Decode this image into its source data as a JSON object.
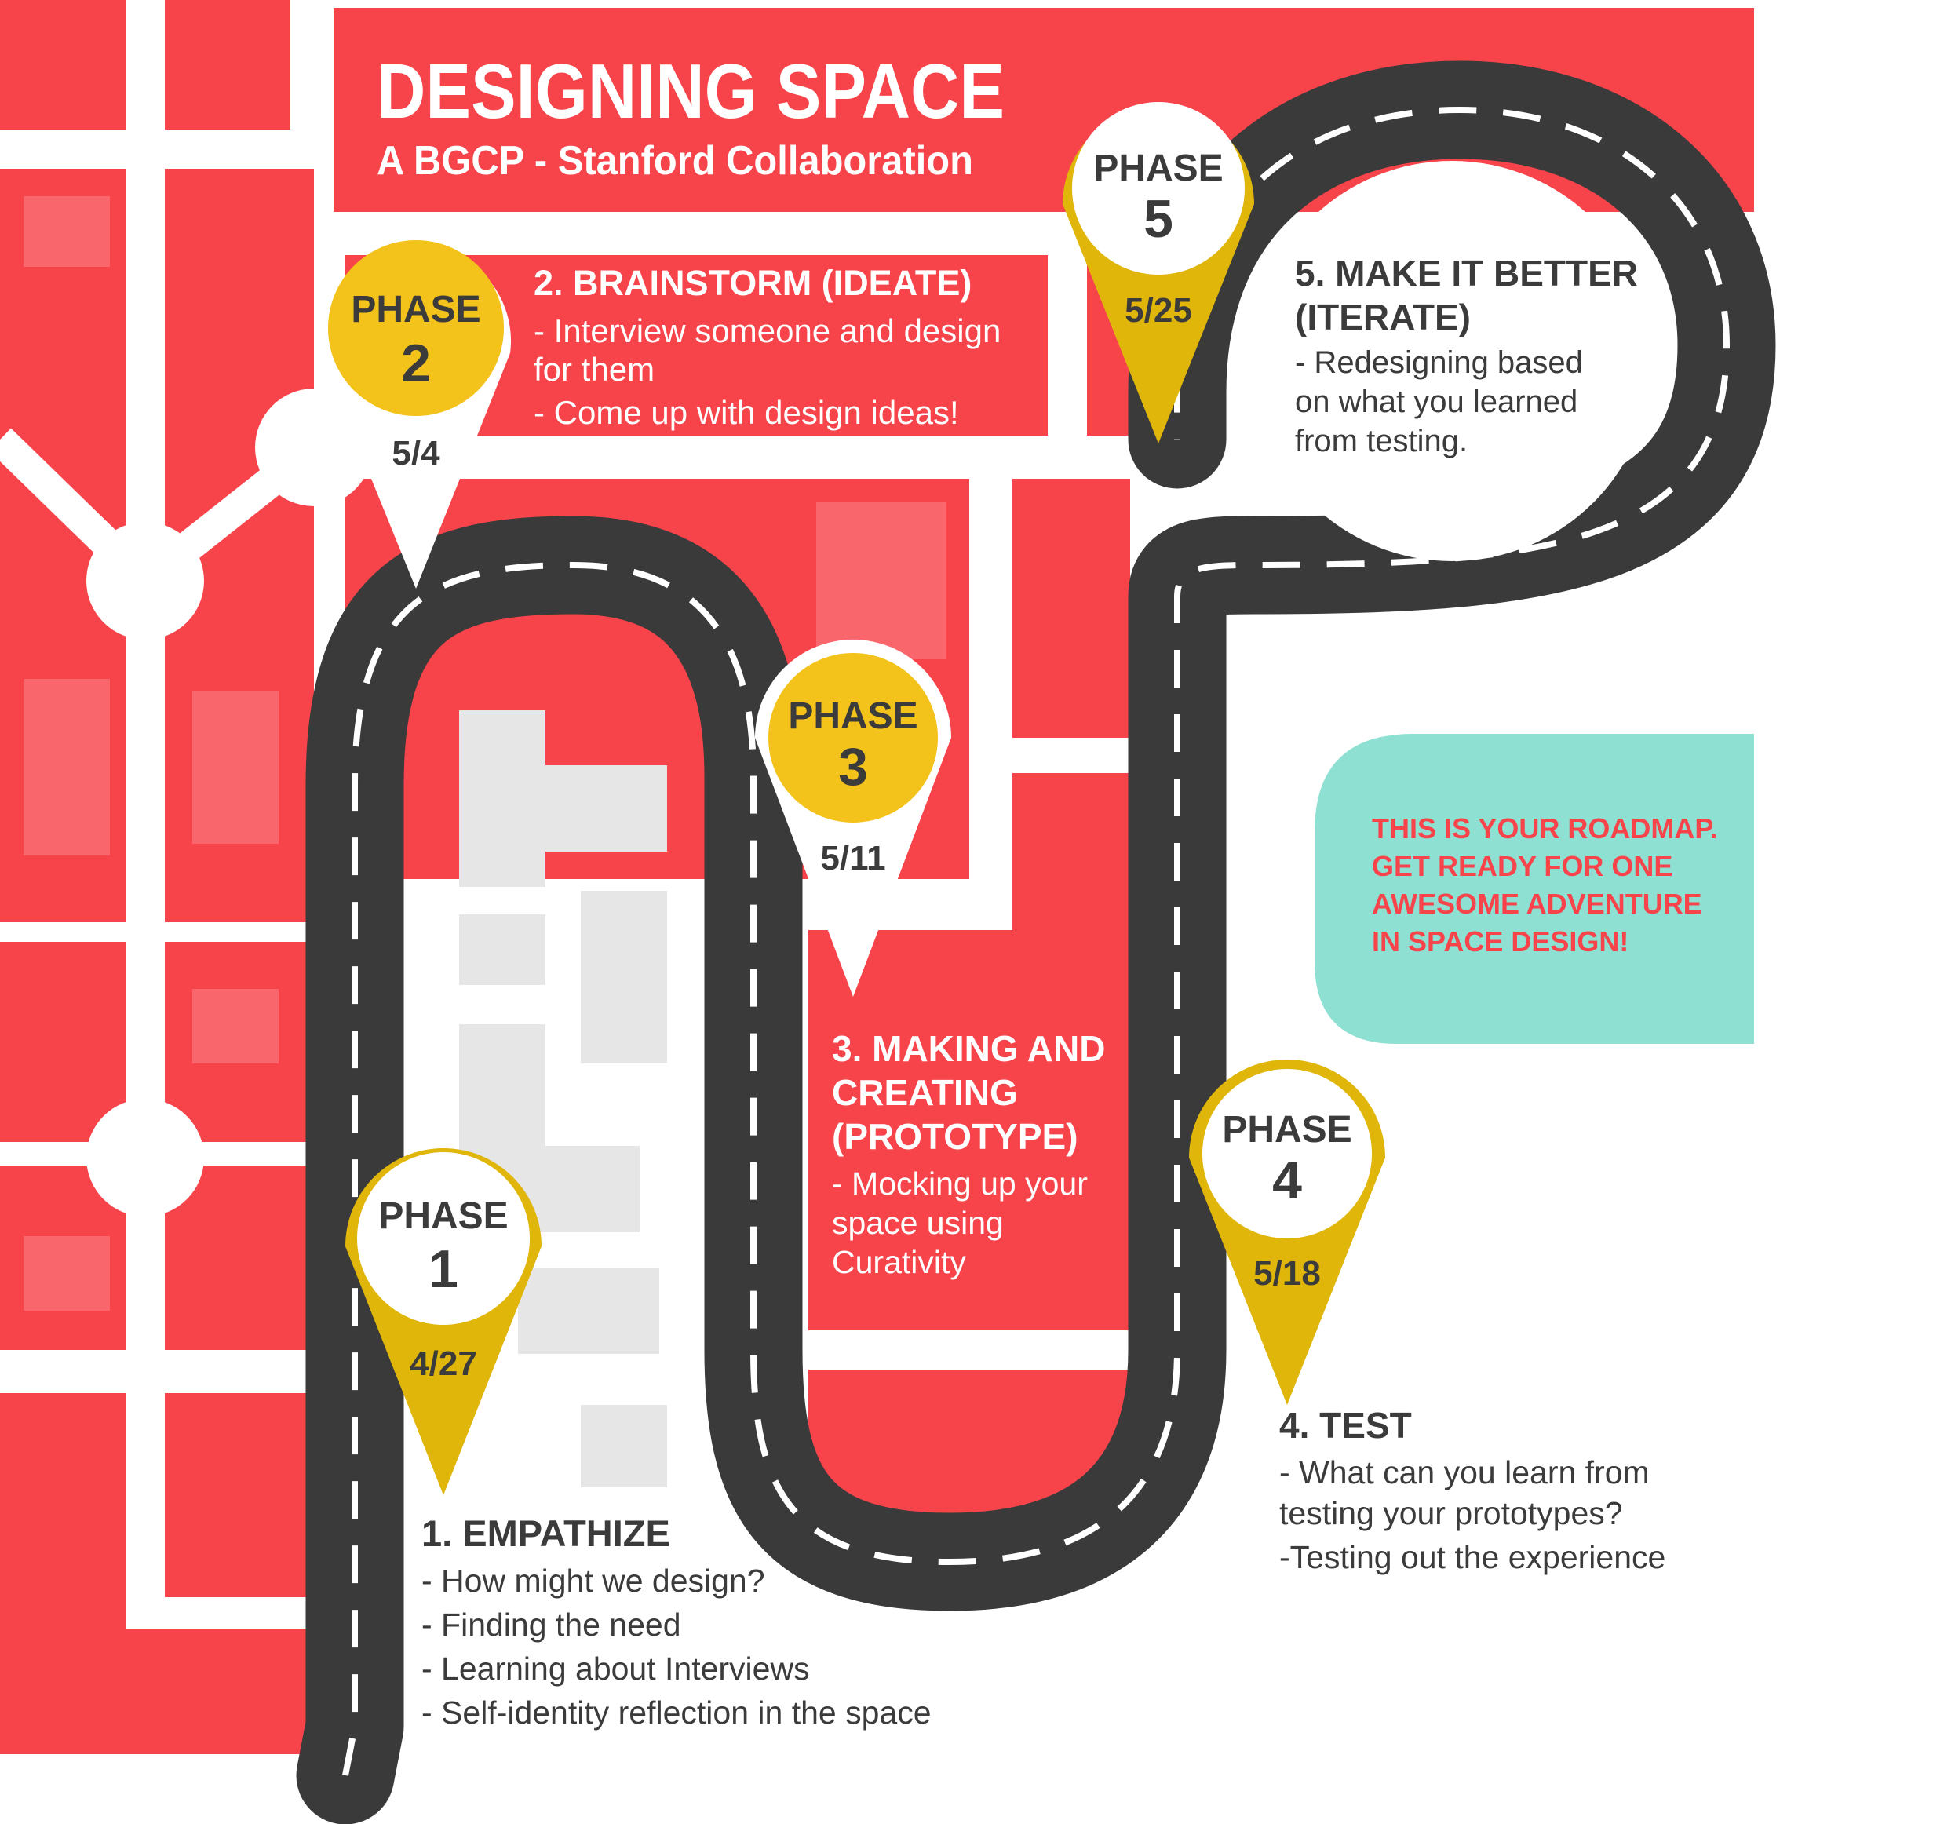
{
  "title": "DESIGNING SPACE",
  "subtitle": "A BGCP - Stanford Collaboration",
  "phase_word": "PHASE",
  "colors": {
    "red": "#f7434a",
    "road": "#3a3a3b",
    "yellow": "#f4c31b",
    "gold": "#e0b60b",
    "teal": "#8de0d2",
    "grey": "#e6e6e6",
    "text": "#3b3b3b"
  },
  "phases": [
    {
      "number": "1",
      "date": "4/27",
      "heading": "1. EMPATHIZE",
      "lines": [
        "- How might we design?",
        "- Finding the need",
        "- Learning about Interviews",
        "- Self-identity reflection in the space"
      ]
    },
    {
      "number": "2",
      "date": "5/4",
      "heading": "2. BRAINSTORM (IDEATE)",
      "lines": [
        "- Interview someone and design",
        "for them",
        "- Come up with design ideas!"
      ]
    },
    {
      "number": "3",
      "date": "5/11",
      "heading": [
        "3. MAKING AND",
        "CREATING",
        "(PROTOTYPE)"
      ],
      "lines": [
        "- Mocking up your",
        "space using",
        "Curativity"
      ]
    },
    {
      "number": "4",
      "date": "5/18",
      "heading": "4. TEST",
      "lines": [
        "- What can you learn from",
        "testing your prototypes?",
        "-Testing out the experience"
      ]
    },
    {
      "number": "5",
      "date": "5/25",
      "heading": [
        "5. MAKE IT BETTER",
        "(ITERATE)"
      ],
      "lines": [
        "- Redesigning based",
        "on what you learned",
        "from testing."
      ]
    }
  ],
  "roadmap_note": [
    "THIS IS YOUR ROADMAP.",
    "GET READY FOR ONE",
    "AWESOME ADVENTURE",
    "IN SPACE DESIGN!"
  ]
}
